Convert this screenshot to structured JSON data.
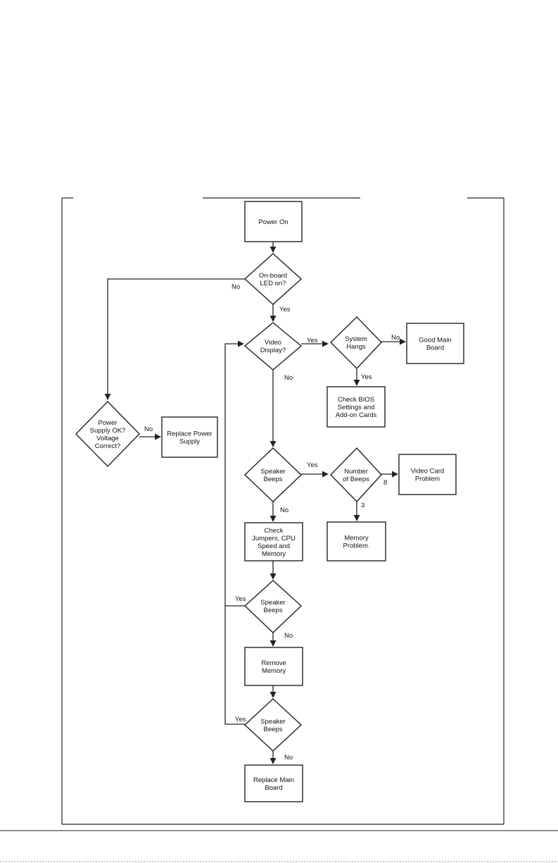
{
  "nodes": {
    "power_on": [
      "Power On"
    ],
    "onboard_led": [
      "On-board",
      "LED on?"
    ],
    "video_display": [
      "Video",
      "Display?"
    ],
    "system_hangs": [
      "System",
      "Hangs"
    ],
    "good_main_board": [
      "Good Main",
      "Board"
    ],
    "check_bios": [
      "Check BIOS",
      "Settings and",
      "Add-on Cards"
    ],
    "power_supply_ok": [
      "Power",
      "Supply OK?",
      "Voltage",
      "Correct?"
    ],
    "replace_power_supply": [
      "Replace Power",
      "Supply"
    ],
    "speaker_beeps_1": [
      "Speaker",
      "Beeps"
    ],
    "number_of_beeps": [
      "Number",
      "of Beeps"
    ],
    "video_card_problem": [
      "Video Card",
      "Problem"
    ],
    "memory_problem": [
      "Memory",
      "Problem."
    ],
    "check_jumpers": [
      "Check",
      "Jumpers, CPU",
      "Speed and",
      "Memory"
    ],
    "speaker_beeps_2": [
      "Speaker",
      "Beeps"
    ],
    "remove_memory": [
      "Remove",
      "Memory"
    ],
    "speaker_beeps_3": [
      "Speaker",
      "Beeps"
    ],
    "replace_main_board": [
      "Replace Main",
      "Board"
    ]
  },
  "edges": {
    "led_no": "No",
    "led_yes": "Yes",
    "video_yes": "Yes",
    "video_no": "No",
    "hangs_no": "No",
    "hangs_yes": "Yes",
    "psu_no": "No",
    "beeps1_yes": "Yes",
    "beeps1_no": "No",
    "beeps_count_8": "8",
    "beeps_count_3": "3",
    "beeps2_yes": "Yes",
    "beeps2_no": "No",
    "beeps3_yes": "Yes",
    "beeps3_no": "No"
  }
}
